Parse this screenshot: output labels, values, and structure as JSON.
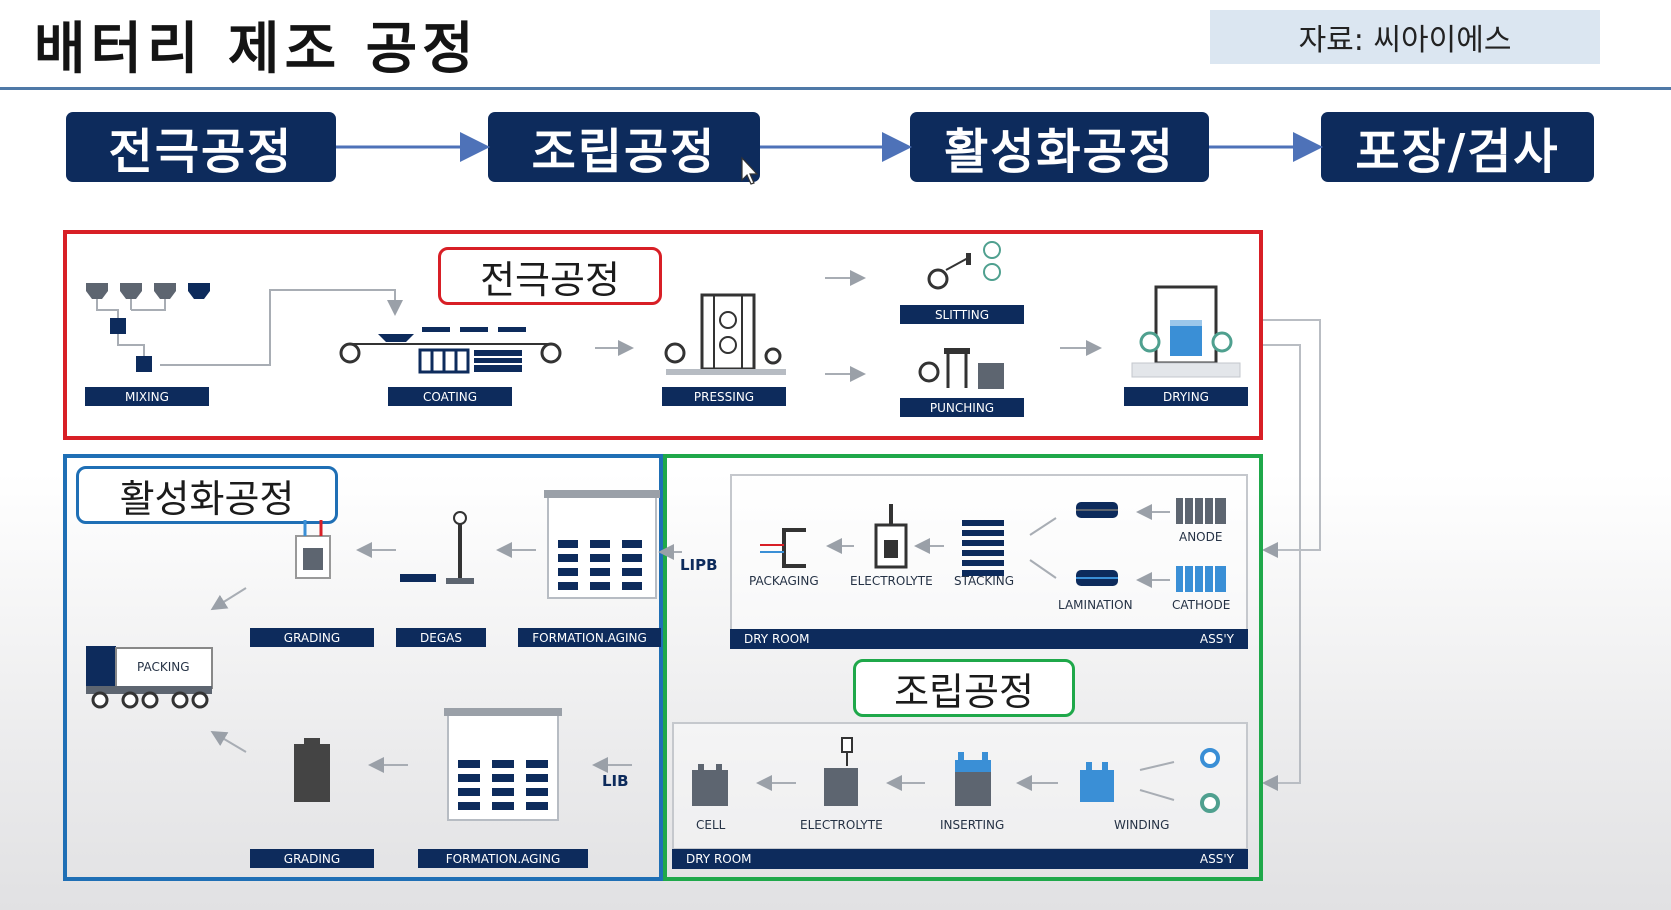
{
  "title": "배터리 제조 공정",
  "source": "자료: 씨아이에스",
  "steps": [
    "전극공정",
    "조립공정",
    "활성화공정",
    "포장/검사"
  ],
  "sections": {
    "electrode": "전극공정",
    "activation": "활성화공정",
    "assembly": "조립공정"
  },
  "electrode_labels": {
    "mixing": "MIXING",
    "coating": "COATING",
    "pressing": "PRESSING",
    "slitting": "SLITTING",
    "punching": "PUNCHING",
    "drying": "DRYING"
  },
  "assembly_top": {
    "packaging": "PACKAGING",
    "electrolyte": "ELECTROLYTE",
    "stacking": "STACKING",
    "lamination": "LAMINATION",
    "anode": "ANODE",
    "cathode": "CATHODE",
    "room": "DRY ROOM",
    "assy": "ASS'Y",
    "lipb": "LIPB"
  },
  "assembly_bottom": {
    "cell": "CELL",
    "electrolyte": "ELECTROLYTE",
    "inserting": "INSERTING",
    "winding": "WINDING",
    "room": "DRY ROOM",
    "assy": "ASS'Y",
    "lib": "LIB"
  },
  "activation_labels": {
    "grading_top": "GRADING",
    "degas": "DEGAS",
    "formation_aging_top": "FORMATION.AGING",
    "packing": "PACKING",
    "grading_bottom": "GRADING",
    "formation_aging_bottom": "FORMATION.AGING"
  },
  "colors": {
    "navy": "#0d2b5c",
    "electrode_frame": "#d81f26",
    "activation_frame": "#1f6fb5",
    "assembly_frame": "#1fa84a",
    "flow_line": "#4e72b8",
    "cell_blue": "#3a8fd6"
  },
  "icons": [
    "arrow-right-icon",
    "mixing-hopper-icon",
    "roller-icon",
    "press-icon",
    "battery-icon",
    "truck-icon",
    "rack-icon"
  ]
}
